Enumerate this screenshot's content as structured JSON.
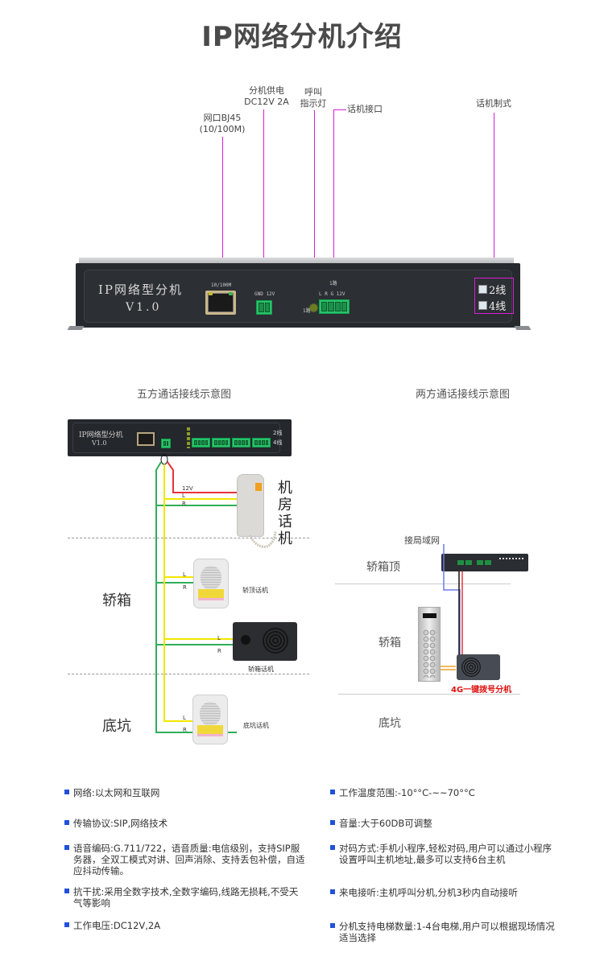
{
  "header": {
    "title": "IP网络分机介绍"
  },
  "device_panel": {
    "name": "IP网络型分机",
    "version": "V1.0",
    "port_label": "10/100M",
    "power_label": "GND 12V",
    "line_label": "1路",
    "line_pins": "L  R  G  12V",
    "led_label": "1路",
    "modes": [
      "2线",
      "4线"
    ]
  },
  "callouts": {
    "network_port": [
      "网口BJ45",
      "(10/100M)"
    ],
    "power": [
      "分机供电",
      "DC12V 2A"
    ],
    "call_indicator": [
      "呼叫",
      "指示灯"
    ],
    "phone_interface": "话机接口",
    "phone_mode": "话机制式"
  },
  "five_way": {
    "title": "五方通话接线示意图",
    "zones": [
      "轿箱",
      "底坑"
    ],
    "machine_room_label": "机房话机",
    "wire_labels": {
      "v12": "12V",
      "l": "L",
      "r": "R"
    },
    "devices": [
      "轿顶话机",
      "轿箱话机",
      "底坑话机"
    ],
    "device_modes": [
      "2线",
      "4线"
    ]
  },
  "two_way": {
    "title": "两方通话接线示意图",
    "lan_label": "接局域网",
    "zones": [
      "轿箱顶",
      "轿箱",
      "底坑"
    ],
    "device_label": "4G一键拨号分机"
  },
  "features": {
    "left": [
      "网络:以太网和互联网",
      "传输协议:SIP,网络技术",
      "语音编码:G.711/722，语音质量:电信级别，支持SIP服务器，全双工模式对讲、回声消除、支持丢包补偿，自适应抖动传输。",
      "抗干扰:采用全数字技术,全数字编码,线路无损耗,不受天气等影响",
      "工作电压:DC12V,2A"
    ],
    "right": [
      "工作温度范围:-10°°C-~~70°°C",
      "音量:大于60DB可调整",
      "对码方式:手机小程序,轻松对码,用户可以通过小程序设置呼叫主机地址,最多可以支持6台主机",
      "来电接听:主机呼叫分机,分机3秒内自动接听",
      "分机支持电梯数量:1-4台电梯,用户可以根据现场情况适当选择"
    ]
  },
  "colors": {
    "callout_line": "#d81ed8",
    "bullet": "#2151d8",
    "wire_red": "#e8333b",
    "wire_yellow": "#f3e600",
    "wire_green": "#2fae5a",
    "wire_blue": "#6b7bea",
    "wire_orange": "#f0a020",
    "alert_text": "#e01010"
  }
}
